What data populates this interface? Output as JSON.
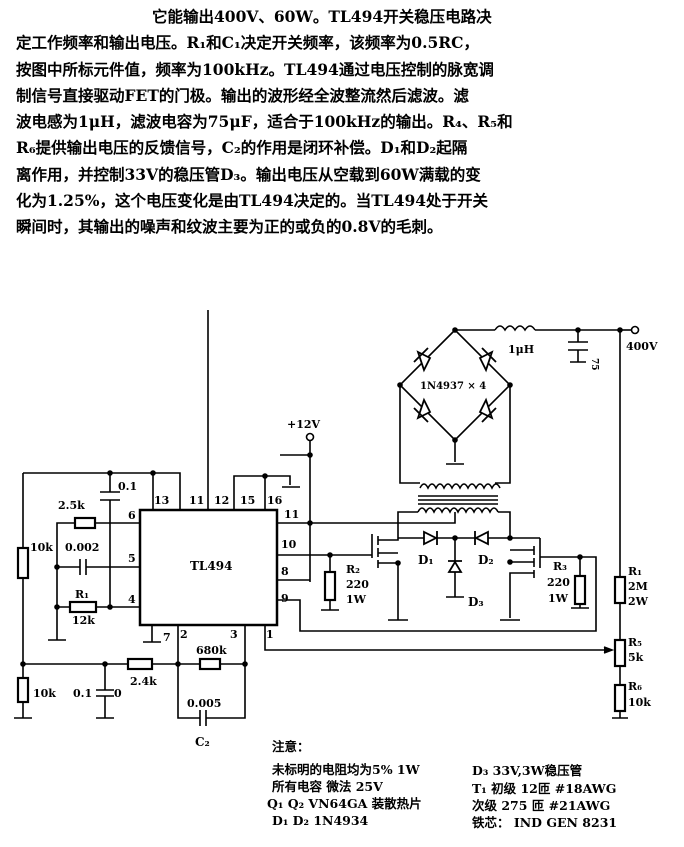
{
  "paragraph": [
    "它能输出400V、60W。TL494开关稳压电路决",
    "定工作频率和输出电压。R₁和C₁决定开关频率，该频率为0.5RC，",
    "按图中所标元件值，频率为100kHz。TL494通过电压控制的脉宽调",
    "制信号直接驱动FET的门极。输出的波形经全波整流然后滤波。滤",
    "波电感为1μH，滤波电容为75μF，适合于100kHz的输出。R₄、R₅和",
    "R₆提供输出电压的反馈信号，C₂的作用是闭环补偿。D₁和D₂起隔",
    "离作用，并控制33V的稳压管D₃。输出电压从空载到60W满载的变",
    "化为1.25%，这个电压变化是由TL494决定的。当TL494处于开关",
    "瞬间时，其输出的噪声和纹波主要为正的或负的0.8V的毛刺。"
  ],
  "circuit": {
    "ic": "TL494",
    "pins": {
      "p13": "13",
      "p11t": "11",
      "p12": "12",
      "p15": "15",
      "p16": "16",
      "p6": "6",
      "p5": "5",
      "p4": "4",
      "p11r": "11",
      "p10": "10",
      "p8": "8",
      "p9": "9",
      "p7": "7",
      "p2": "2",
      "p3": "3",
      "p1": "1"
    },
    "supply": "+12V",
    "output": "400V",
    "bridge": "1N4937 × 4",
    "inductor": "1μH",
    "out_cap": "75",
    "c_top": "0.1",
    "r_25k": "2.5k",
    "c_0002": "0.002",
    "r1_name": "R₁",
    "r1_val": "12k",
    "r_10k_top": "10k",
    "r_10k_bot": "10k",
    "c_01_bot": "0.1",
    "c_01_bot_suffix": "0",
    "r_24k": "2.4k",
    "r_680k": "680k",
    "c2_val": "0.005",
    "c2_name": "C₂",
    "r2": [
      "R₂",
      "220",
      "1W"
    ],
    "r3": [
      "R₃",
      "220",
      "1W"
    ],
    "d1": "D₁",
    "d2": "D₂",
    "d3": "D₃",
    "rr1": [
      "R₁",
      "2M",
      "2W"
    ],
    "r5": [
      "R₅",
      "5k"
    ],
    "r6": [
      "R₆",
      "10k"
    ]
  },
  "notes": {
    "title": "注意：",
    "left": [
      "未标明的电阻均为5%  1W",
      "所有电容  微法  25V",
      "Q₁  Q₂  VN64GA 装散热片",
      "D₁  D₂  1N4934"
    ],
    "right": [
      "D₃  33V,3W稳压管",
      "T₁  初级  12匝  #18AWG",
      "次级  275 匝  #21AWG",
      "铁芯：  IND GEN 8231"
    ]
  }
}
